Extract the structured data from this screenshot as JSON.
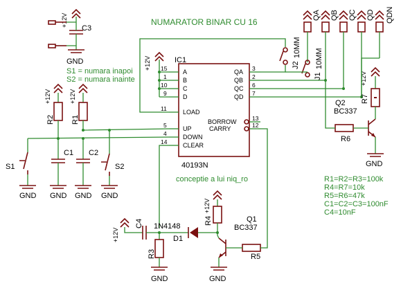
{
  "title": "NUMARATOR BINAR CU 16",
  "credit": "conceptie a lui niq_ro",
  "supply_label": "+12V",
  "ground_label": "GND",
  "notes": [
    "S1 = numara inapoi",
    "S2 = numara inainte"
  ],
  "ic": {
    "name": "IC1",
    "part": "40193N",
    "left_pins": [
      {
        "num": "15",
        "name": "A"
      },
      {
        "num": "1",
        "name": "B"
      },
      {
        "num": "10",
        "name": "C"
      },
      {
        "num": "9",
        "name": "D"
      },
      {
        "num": "11",
        "name": "LOAD"
      },
      {
        "num": "5",
        "name": "UP"
      },
      {
        "num": "4",
        "name": "DOWN"
      },
      {
        "num": "14",
        "name": "CLEAR"
      }
    ],
    "right_pins": [
      {
        "num": "3",
        "name": "QA"
      },
      {
        "num": "2",
        "name": "QB"
      },
      {
        "num": "6",
        "name": "QC"
      },
      {
        "num": "7",
        "name": "QD"
      },
      {
        "num": "13",
        "name": "BORROW"
      },
      {
        "num": "12",
        "name": "CARRY"
      }
    ]
  },
  "components": {
    "R1": "R1",
    "R2": "R2",
    "R3": "R3",
    "R4": "R4",
    "R5": "R5",
    "R6": "R6",
    "R7": "R7",
    "C1": "C1",
    "C2": "C2",
    "C3": "C3",
    "C4": "C4",
    "Q1": "Q1",
    "Q1_part": "BC337",
    "Q2": "Q2",
    "Q2_part": "BC337",
    "D1": "D1",
    "D1_part": "1N4148",
    "S1": "S1",
    "S2": "S2",
    "J1": "J1",
    "J1_value": "10MM",
    "J2": "J2",
    "J2_value": "10MM"
  },
  "outputs": [
    "QA",
    "QB",
    "QC",
    "QD",
    "QDN"
  ],
  "values": [
    "R1=R2=R3=100k",
    "R4=R7=10k",
    "R5=R6=47k",
    "C1=C2=C3=100nF",
    "C4=10nF"
  ],
  "colors": {
    "wire": "#2e8b2e",
    "component": "#7a1010",
    "text": "#000000",
    "background": "#ffffff"
  }
}
